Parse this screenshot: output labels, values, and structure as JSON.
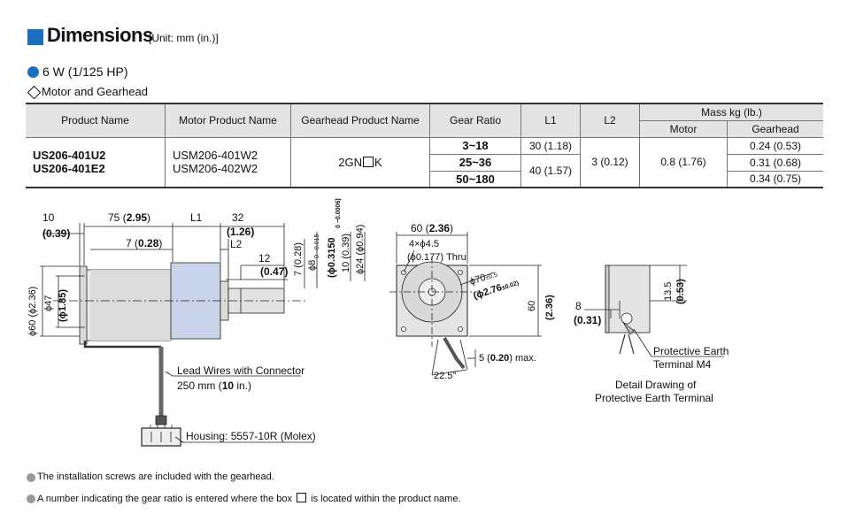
{
  "header": {
    "title": "Dimensions",
    "unit": "[Unit: mm (in.)]"
  },
  "section": {
    "power": "6 W (1/125 HP)",
    "type": "Motor and Gearhead"
  },
  "table": {
    "col_product": "Product Name",
    "col_motor_product": "Motor Product Name",
    "col_gearhead_product": "Gearhead Product Name",
    "col_gear_ratio": "Gear Ratio",
    "col_l1": "L1",
    "col_l2": "L2",
    "col_mass": "Mass kg (lb.)",
    "col_mass_motor": "Motor",
    "col_mass_gearhead": "Gearhead",
    "product_1": "US206-401U2",
    "product_2": "US206-401E2",
    "motor_1": "USM206-401W2",
    "motor_2": "USM206-402W2",
    "gearhead_pre": "2GN",
    "gearhead_post": "K",
    "ratio_1": "3~18",
    "ratio_2": "25~36",
    "ratio_3": "50~180",
    "l1_1": "30 (1.18)",
    "l1_2": "40 (1.57)",
    "l2": "3 (0.12)",
    "mass_motor": "0.8 (1.76)",
    "mass_gh_1": "0.24 (0.53)",
    "mass_gh_2": "0.31 (0.68)",
    "mass_gh_3": "0.34 (0.75)"
  },
  "drawing": {
    "d_10": "10",
    "d_10_in": "0.39",
    "d_75": "75 (",
    "d_75_in": "2.95",
    "d_l1": "L1",
    "d_32": "32",
    "d_32_in": "1.26",
    "d_7": "7 (",
    "d_7_in": "0.28",
    "d_l2": "L2",
    "d_12": "12",
    "d_12_in": "0.47",
    "phi60": "ϕ60 (ϕ2.36)",
    "phi47": "ϕ47",
    "phi185": "(ϕ1.85)",
    "v_7": "7 (0.28)",
    "v_phi8": "ϕ8",
    "v_phi8_tol": "0 −0.015",
    "v_0315": "(ϕ0.3150",
    "v_0315_tol": "0 −0.0006)",
    "v_10": "10 (0.39)",
    "v_phi24": "ϕ24 (ϕ0.94)",
    "lead": "Lead Wires with Connector",
    "lead_len": "250 mm (",
    "lead_len_in": "10",
    "lead_len_end": " in.)",
    "housing": "Housing: 5557-10R (Molex)",
    "f_60": "60 (",
    "f_60_in": "2.36",
    "f_holes": "4×ϕ4.5",
    "f_holes_in": "(ϕ0.177) Thru",
    "f_phi70": "ϕ70",
    "f_phi70_tol": "±0.5",
    "f_phi276": "(ϕ2.76",
    "f_phi276_tol": "±0.02)",
    "f_v60": "60",
    "f_v60_in": "(2.36)",
    "f_5": "5 (",
    "f_5_in": "0.20",
    "f_5_end": ") max.",
    "f_angle": "22.5°",
    "s_8": "8",
    "s_8_in": "(0.31)",
    "s_135": "13.5",
    "s_135_in": "(0.53)",
    "pe_1": "Protective Earth",
    "pe_2": "Terminal M4",
    "detail_1": "Detail Drawing of",
    "detail_2": "Protective Earth Terminal"
  },
  "notes": {
    "n1": "The installation screws are included with the gearhead.",
    "n2a": "A number indicating the gear ratio is entered where the box",
    "n2b": "is located within the product name."
  }
}
